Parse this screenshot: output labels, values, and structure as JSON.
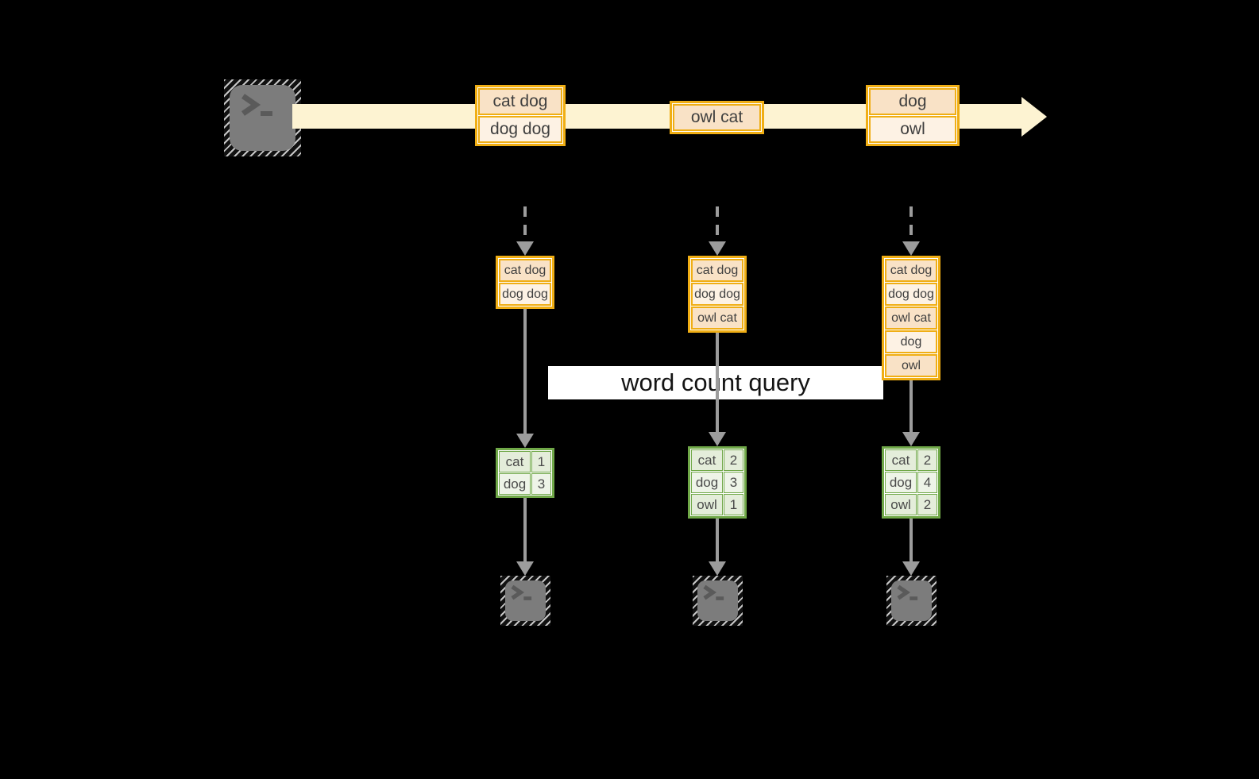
{
  "stream": {
    "source_icon": "terminal",
    "events": [
      {
        "rows": [
          "cat dog",
          "dog dog"
        ]
      },
      {
        "rows": [
          "owl cat"
        ]
      },
      {
        "rows": [
          "dog",
          "owl"
        ]
      }
    ]
  },
  "states": [
    {
      "rows": [
        "cat dog",
        "dog dog"
      ]
    },
    {
      "rows": [
        "cat dog",
        "dog dog",
        "owl cat"
      ]
    },
    {
      "rows": [
        "cat dog",
        "dog dog",
        "owl cat",
        "dog",
        "owl"
      ]
    }
  ],
  "query": {
    "label": "word count query"
  },
  "results": [
    {
      "rows": [
        {
          "word": "cat",
          "count": "1"
        },
        {
          "word": "dog",
          "count": "3"
        }
      ]
    },
    {
      "rows": [
        {
          "word": "cat",
          "count": "2"
        },
        {
          "word": "dog",
          "count": "3"
        },
        {
          "word": "owl",
          "count": "1"
        }
      ]
    },
    {
      "rows": [
        {
          "word": "cat",
          "count": "2"
        },
        {
          "word": "dog",
          "count": "4"
        },
        {
          "word": "owl",
          "count": "2"
        }
      ]
    }
  ],
  "colors": {
    "background": "#000000",
    "stream_band": "#fdf3d2",
    "event_border": "#f0ae14",
    "event_fill_dark": "#f9e2c6",
    "event_fill_light": "#fdf2e4",
    "table_border": "#70a848",
    "table_fill_dark": "#e4edda",
    "table_fill_light": "#eef4e8",
    "arrow_gray": "#9c9c9c",
    "terminal_gray": "#7c7c7c"
  }
}
